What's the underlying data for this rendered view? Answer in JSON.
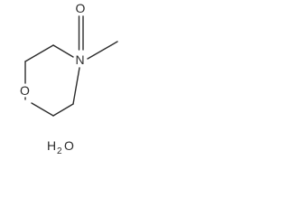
{
  "molecule": {
    "atoms": {
      "oxide_oxygen": "O",
      "nitrogen": "N",
      "ring_oxygen": "O"
    },
    "bonds": [
      {
        "from": "nitrogen",
        "to": "oxide_oxygen",
        "order": 2
      },
      {
        "from": "nitrogen",
        "to": "methyl",
        "order": 1
      },
      {
        "from": "nitrogen",
        "to": "c_upper_right",
        "order": 1
      },
      {
        "from": "c_upper_right",
        "to": "c_upper_left",
        "order": 1
      },
      {
        "from": "c_upper_left",
        "to": "ring_oxygen",
        "order": 1
      },
      {
        "from": "ring_oxygen",
        "to": "c_lower_left",
        "order": 1
      },
      {
        "from": "c_lower_left",
        "to": "c_lower_right",
        "order": 1
      },
      {
        "from": "c_lower_right",
        "to": "nitrogen",
        "order": 1
      }
    ]
  },
  "solvate": {
    "element": "H",
    "count": "2",
    "partner": "O"
  }
}
